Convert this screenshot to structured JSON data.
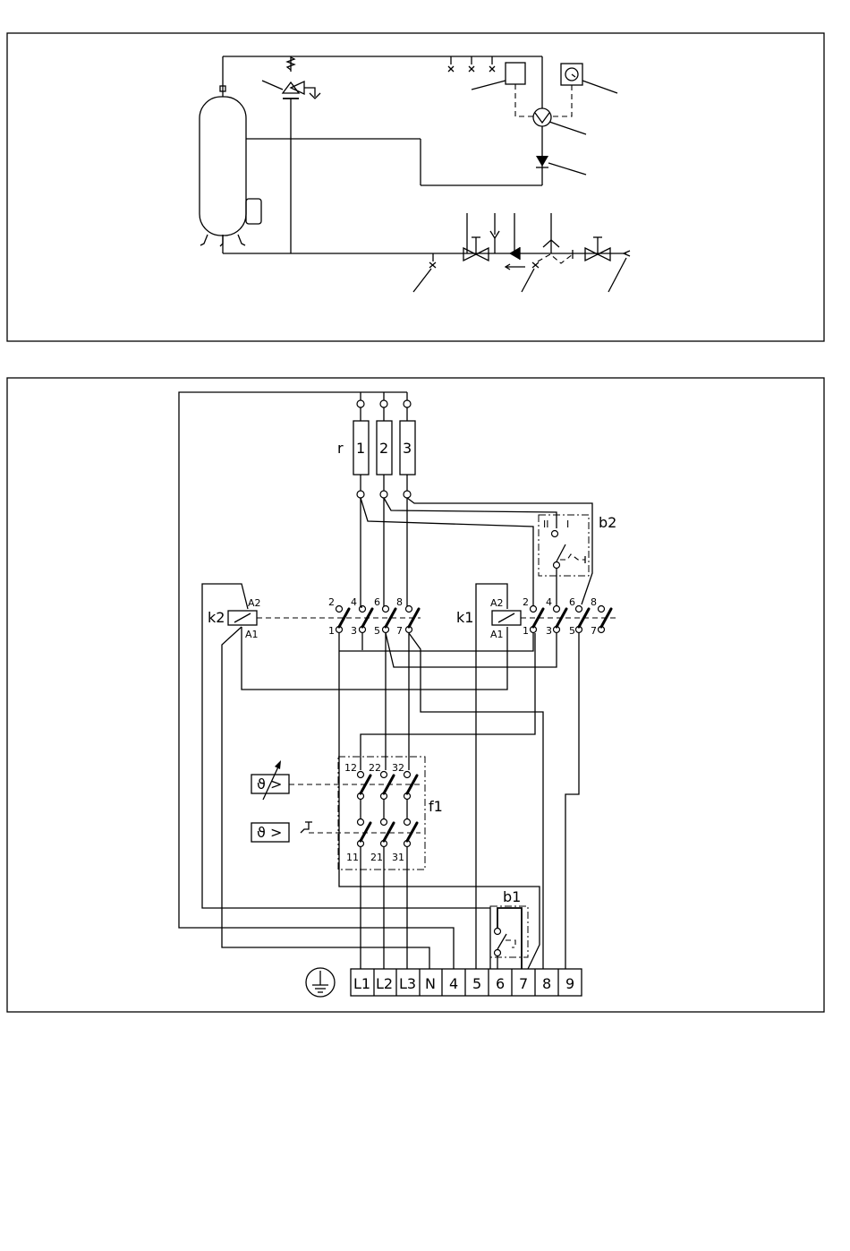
{
  "diagram_top": {
    "description_visible_text": ""
  },
  "diagram_bottom": {
    "resistor_label": "r",
    "heater_elements": [
      "1",
      "2",
      "3"
    ],
    "selector_switch": {
      "label": "b2",
      "positions": [
        "II",
        "I"
      ]
    },
    "contactor_k2": {
      "label": "k2",
      "coil_top": "A2",
      "coil_bottom": "A1",
      "top_contacts": [
        "2",
        "4",
        "6",
        "8"
      ],
      "bottom_contacts": [
        "1",
        "3",
        "5",
        "7"
      ]
    },
    "contactor_k1": {
      "label": "k1",
      "coil_top": "A2",
      "coil_bottom": "A1",
      "top_contacts": [
        "2",
        "4",
        "6",
        "8"
      ],
      "bottom_contacts": [
        "1",
        "3",
        "5",
        "7"
      ]
    },
    "thermostat_f1": {
      "label": "f1",
      "top_contacts": [
        "12",
        "22",
        "32"
      ],
      "bottom_contacts": [
        "11",
        "21",
        "31"
      ],
      "sensor_symbol": "ϑ >"
    },
    "switch_b1": {
      "label": "b1"
    },
    "terminal_block": [
      "L1",
      "L2",
      "L3",
      "N",
      "4",
      "5",
      "6",
      "7",
      "8",
      "9"
    ]
  }
}
